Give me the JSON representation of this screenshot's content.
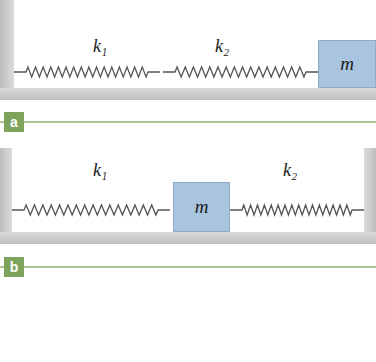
{
  "diagram": {
    "nodes": [
      {
        "text": [
          "m"
        ]
      },
      {
        "text": [
          "a"
        ]
      },
      {
        "text": [
          "m"
        ]
      },
      {
        "text": [
          "b"
        ]
      }
    ],
    "labels": [
      "k₁",
      "k₂",
      "k₁",
      "k₂"
    ]
  }
}
